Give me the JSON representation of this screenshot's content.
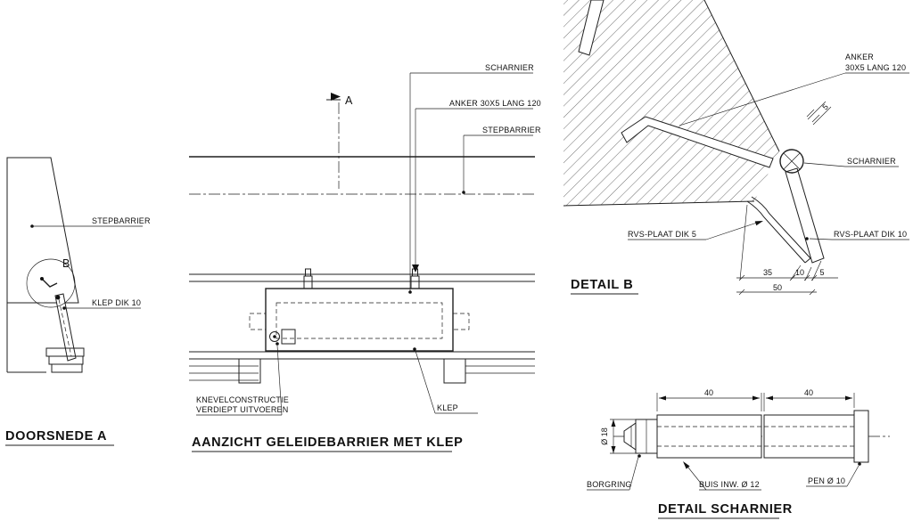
{
  "views": {
    "doorsnede": {
      "title": "DOORSNEDE  A",
      "detail_marker": "B",
      "labels": {
        "stepbarrier": "STEPBARRIER",
        "klep_dik": "KLEP DIK 10"
      }
    },
    "aanzicht": {
      "title": "AANZICHT GELEIDEBARRIER MET KLEP",
      "section_marker": "A",
      "labels": {
        "scharnier": "SCHARNIER",
        "anker": "ANKER 30X5 LANG 120",
        "stepbarrier": "STEPBARRIER",
        "knevel1": "KNEVELCONSTRUCTIE",
        "knevel2": "VERDIEPT UITVOEREN",
        "klep": "KLEP"
      }
    },
    "detail_b": {
      "title": "DETAIL B",
      "labels": {
        "anker1": "ANKER",
        "anker2": "30X5 LANG 120",
        "scharnier": "SCHARNIER",
        "plaat_5": "RVS-PLAAT DIK 5",
        "plaat_10": "RVS-PLAAT DIK 10"
      },
      "dims": {
        "plate_offset": "5",
        "d35": "35",
        "d10": "10",
        "d5": "5",
        "d50": "50"
      }
    },
    "detail_scharnier": {
      "title": "DETAIL SCHARNIER",
      "labels": {
        "borgring": "BORGRING",
        "buis": "BUIS INW. Ø 12",
        "pen": "PEN Ø 10"
      },
      "dims": {
        "len_left": "40",
        "len_right": "40",
        "diameter": "Ø 18"
      }
    }
  }
}
